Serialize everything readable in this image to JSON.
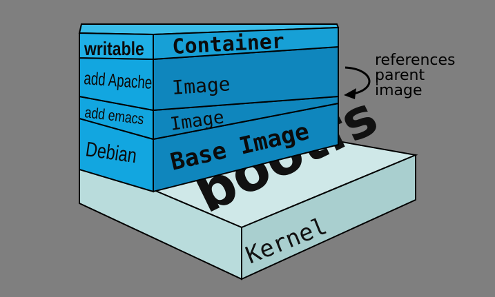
{
  "colors": {
    "background": "#7f7f7f",
    "layer_front": "#12a6e0",
    "layer_side": "#0f86bd",
    "layer_top": "#3bbde9",
    "writable_front": "#1fb0e6",
    "kernel_top": "#cfe8e8",
    "kernel_front": "#b9dcdc",
    "kernel_side": "#a9cfcf",
    "outline": "#000000"
  },
  "layers": {
    "container": {
      "left_label": "writable",
      "right_label": "Container"
    },
    "apache": {
      "left_label": "add Apache",
      "right_label": "Image"
    },
    "emacs": {
      "left_label": "add emacs",
      "right_label": "Image"
    },
    "debian": {
      "left_label": "Debian",
      "right_label": "Base Image"
    },
    "bootfs": {
      "label": "bootfs"
    },
    "kernel": {
      "label": "Kernel"
    }
  },
  "annotation": {
    "line1": "references",
    "line2": "parent",
    "line3": "image",
    "arrow_icon": "curved-arrow-icon"
  }
}
